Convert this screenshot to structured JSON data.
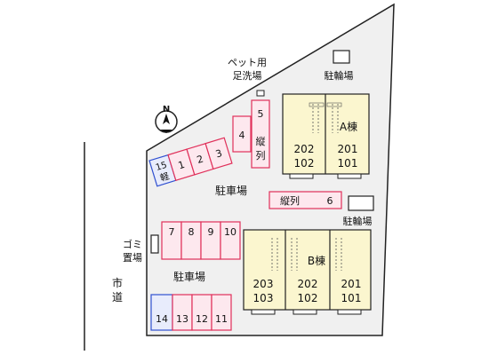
{
  "labels": {
    "pet_wash": [
      "ペット用",
      "足洗場"
    ],
    "bike_parking_top": "駐輪場",
    "bike_parking_mid": "駐輪場",
    "parking_1": "駐車場",
    "parking_2": "駐車場",
    "garbage": [
      "ゴミ",
      "置場"
    ],
    "city_road": [
      "市",
      "道"
    ],
    "north": "N"
  },
  "parking": {
    "row_top": [
      "1",
      "2",
      "3",
      "4"
    ],
    "slot_15": [
      "15",
      "軽"
    ],
    "tandem_5": [
      "5",
      "縦",
      "列"
    ],
    "tandem_6": {
      "label": "縦列",
      "num": "6"
    },
    "row_mid": [
      "7",
      "8",
      "9",
      "10"
    ],
    "row_bottom": [
      "13",
      "12",
      "11"
    ],
    "slot_14": "14"
  },
  "buildings": {
    "a": {
      "name": "A棟",
      "units": [
        "202",
        "102",
        "201",
        "101"
      ]
    },
    "b": {
      "name": "B棟",
      "units": [
        "203",
        "103",
        "202",
        "102",
        "201",
        "101"
      ]
    }
  },
  "colors": {
    "lot": "#f0f0f0",
    "parking_fill": "#fde8ee",
    "parking_stroke": "#e0305a",
    "light_fill": "#e8ecfc",
    "light_stroke": "#3050d0",
    "building": "#fbf6cf"
  }
}
